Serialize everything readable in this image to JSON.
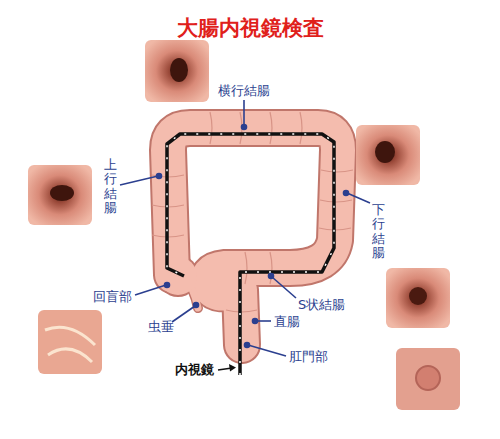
{
  "diagram": {
    "title": "大腸内視鏡検査",
    "labels": [
      "横行結腸",
      "上行結腸",
      "下行結腸",
      "回盲部",
      "虫垂",
      "S状結腸",
      "直腸",
      "肛門部",
      "内視鏡"
    ]
  }
}
